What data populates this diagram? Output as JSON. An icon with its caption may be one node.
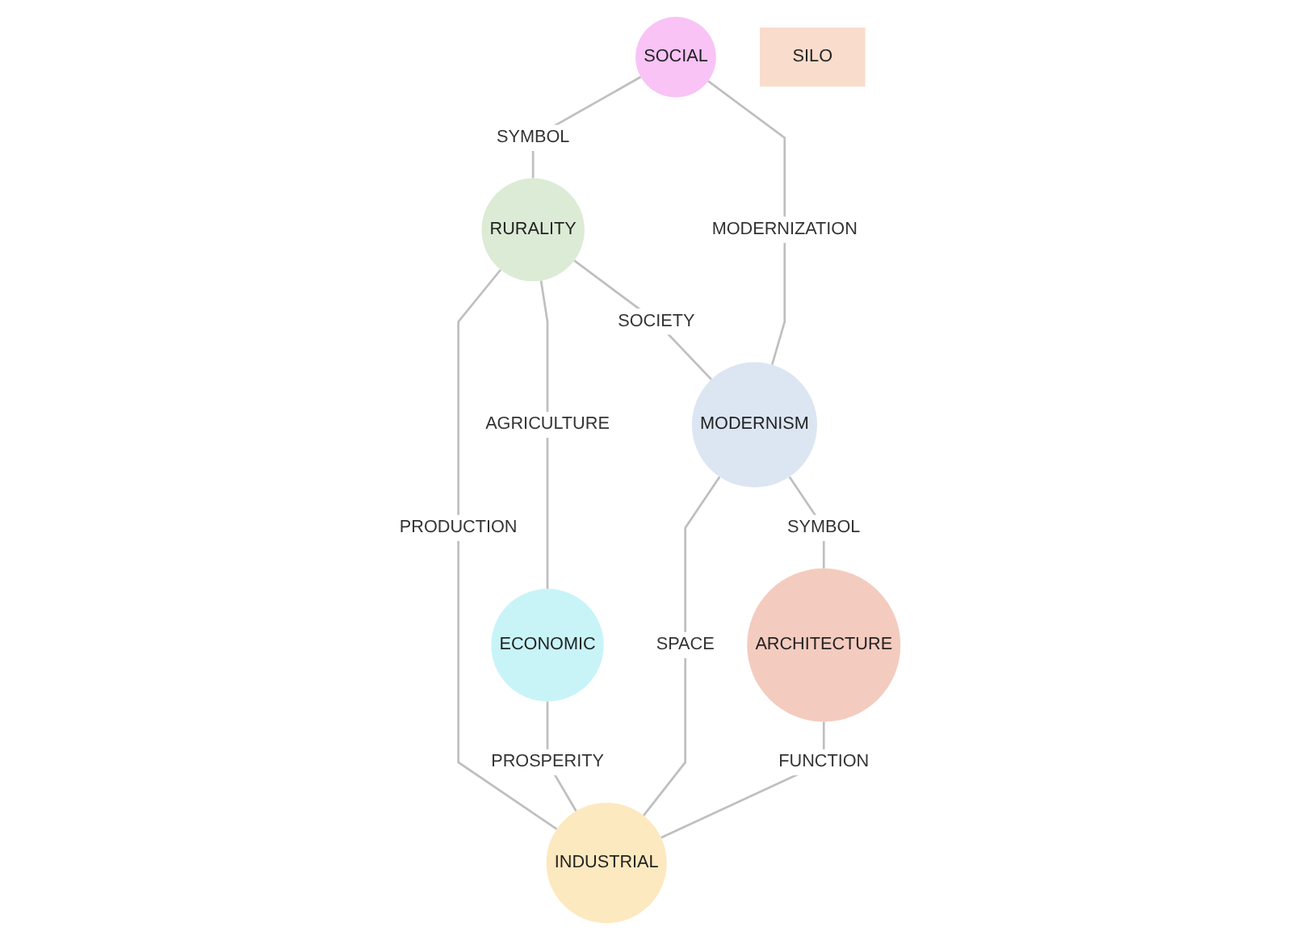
{
  "diagram": {
    "nodes": [
      {
        "text": [
          "RURALITY"
        ]
      },
      {
        "text": [
          "SOCIAL"
        ]
      },
      {
        "text": [
          "ECONOMIC"
        ]
      },
      {
        "text": [
          "SILO"
        ]
      },
      {
        "text": [
          "MODERNISM"
        ]
      },
      {
        "text": [
          "INDUSTRIAL"
        ]
      },
      {
        "text": [
          "ARCHITECTURE"
        ]
      }
    ],
    "edges": [
      {
        "from": 1,
        "to": 0,
        "arrow": "none",
        "label": "SYMBOL"
      },
      {
        "from": 0,
        "to": 2,
        "arrow": "none",
        "label": "AGRICULTURE"
      },
      {
        "from": 0,
        "to": 4,
        "arrow": "none",
        "label": "SOCIETY"
      },
      {
        "from": 0,
        "to": 5,
        "arrow": "none",
        "label": "PRODUCTION"
      },
      {
        "from": 1,
        "to": 4,
        "arrow": "none",
        "label": "MODERNIZATION"
      },
      {
        "from": 2,
        "to": 5,
        "arrow": "none",
        "label": "PROSPERITY"
      },
      {
        "from": 4,
        "to": 5,
        "arrow": "none",
        "label": "SPACE"
      },
      {
        "from": 4,
        "to": 6,
        "arrow": "none",
        "label": "SYMBOL"
      },
      {
        "from": 6,
        "to": 5,
        "arrow": "none",
        "label": "FUNCTION"
      }
    ]
  }
}
